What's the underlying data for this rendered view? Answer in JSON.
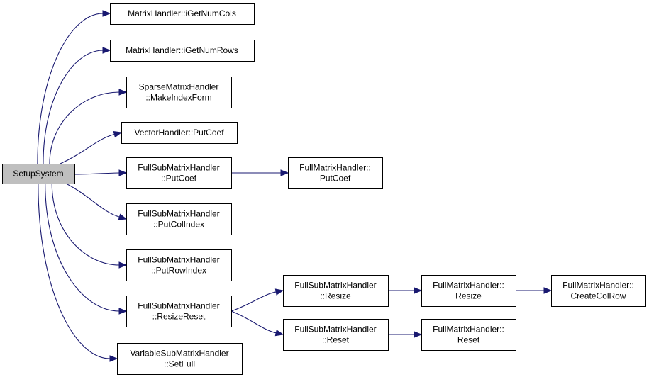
{
  "colors": {
    "edge": "#191970",
    "root_fill": "#bfbfbf",
    "node_fill": "#ffffff",
    "border": "#000000"
  },
  "nodes": {
    "setup_system": {
      "lines": [
        "SetupSystem"
      ]
    },
    "get_num_cols": {
      "lines": [
        "MatrixHandler::iGetNumCols"
      ]
    },
    "get_num_rows": {
      "lines": [
        "MatrixHandler::iGetNumRows"
      ]
    },
    "make_index_form": {
      "lines": [
        "SparseMatrixHandler",
        "::MakeIndexForm"
      ]
    },
    "vec_put_coef": {
      "lines": [
        "VectorHandler::PutCoef"
      ]
    },
    "fsub_put_coef": {
      "lines": [
        "FullSubMatrixHandler",
        "::PutCoef"
      ]
    },
    "full_put_coef": {
      "lines": [
        "FullMatrixHandler::",
        "PutCoef"
      ]
    },
    "put_col_index": {
      "lines": [
        "FullSubMatrixHandler",
        "::PutColIndex"
      ]
    },
    "put_row_index": {
      "lines": [
        "FullSubMatrixHandler",
        "::PutRowIndex"
      ]
    },
    "resize_reset": {
      "lines": [
        "FullSubMatrixHandler",
        "::ResizeReset"
      ]
    },
    "fsub_resize": {
      "lines": [
        "FullSubMatrixHandler",
        "::Resize"
      ]
    },
    "fsub_reset": {
      "lines": [
        "FullSubMatrixHandler",
        "::Reset"
      ]
    },
    "full_resize": {
      "lines": [
        "FullMatrixHandler::",
        "Resize"
      ]
    },
    "full_reset": {
      "lines": [
        "FullMatrixHandler::",
        "Reset"
      ]
    },
    "create_col_row": {
      "lines": [
        "FullMatrixHandler::",
        "CreateColRow"
      ]
    },
    "var_set_full": {
      "lines": [
        "VariableSubMatrixHandler",
        "::SetFull"
      ]
    }
  },
  "edges": [
    [
      "setup_system",
      "get_num_cols"
    ],
    [
      "setup_system",
      "get_num_rows"
    ],
    [
      "setup_system",
      "make_index_form"
    ],
    [
      "setup_system",
      "vec_put_coef"
    ],
    [
      "setup_system",
      "fsub_put_coef"
    ],
    [
      "setup_system",
      "put_col_index"
    ],
    [
      "setup_system",
      "put_row_index"
    ],
    [
      "setup_system",
      "resize_reset"
    ],
    [
      "setup_system",
      "var_set_full"
    ],
    [
      "fsub_put_coef",
      "full_put_coef"
    ],
    [
      "resize_reset",
      "fsub_resize"
    ],
    [
      "resize_reset",
      "fsub_reset"
    ],
    [
      "fsub_resize",
      "full_resize"
    ],
    [
      "fsub_reset",
      "full_reset"
    ],
    [
      "full_resize",
      "create_col_row"
    ]
  ]
}
